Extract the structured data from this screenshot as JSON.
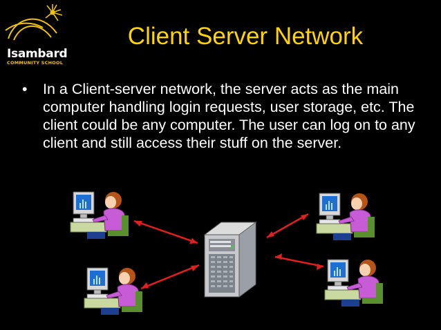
{
  "logo": {
    "name": "Isambard",
    "subtitle": "COMMUNITY SCHOOL"
  },
  "slide": {
    "title": "Client Server Network",
    "bullet_symbol": "•",
    "bullet": "In a Client-server network, the server acts as the main computer handling login requests, user storage, etc. The client could be any computer. The user can log on to any client and still access their stuff on the server."
  },
  "diagram": {
    "server_icon": "server-tower-icon",
    "client_icon": "user-at-computer-icon",
    "arrow_color": "#e31e1e"
  },
  "colors": {
    "title": "#ffd400",
    "text": "#ffffff",
    "background": "#000000",
    "logo_accent": "#f2c200"
  }
}
